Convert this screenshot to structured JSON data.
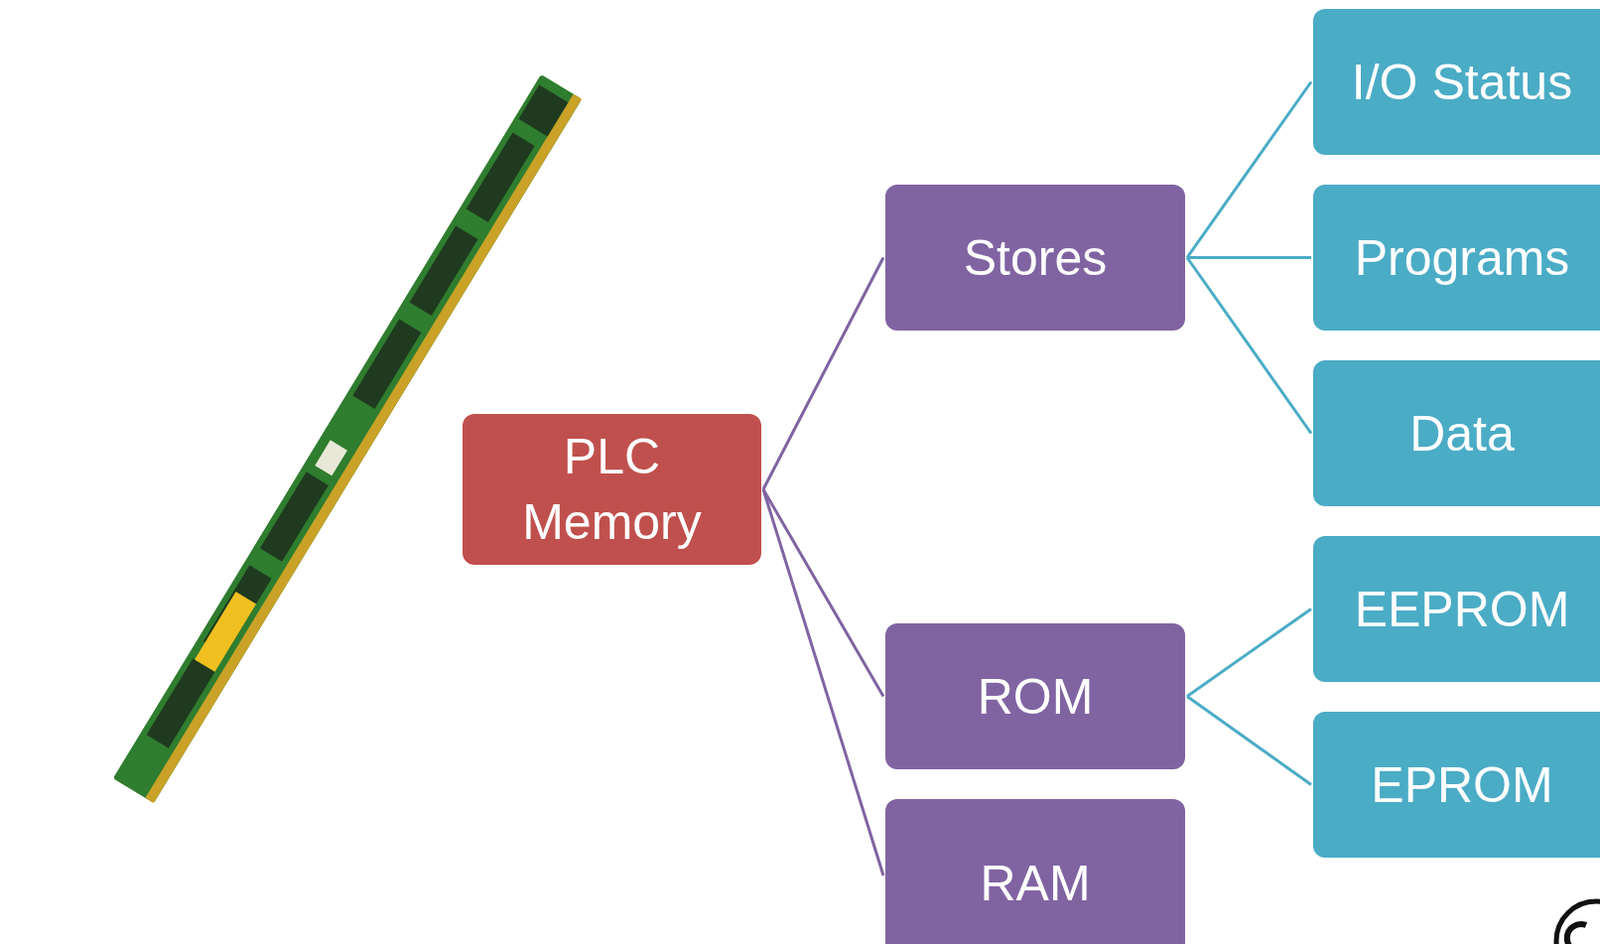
{
  "diagram": {
    "nodes": [
      {
        "text": [
          "PLC Memory"
        ]
      },
      {
        "text": [
          "Stores"
        ]
      },
      {
        "text": [
          "I/O Status"
        ]
      },
      {
        "text": [
          "Programs"
        ]
      },
      {
        "text": [
          "Data"
        ]
      },
      {
        "text": [
          "ROM"
        ]
      },
      {
        "text": [
          "EEPROM"
        ]
      },
      {
        "text": [
          "EPROM"
        ]
      },
      {
        "text": [
          "RAM"
        ]
      }
    ],
    "edges": [
      {
        "from": 0,
        "to": 1,
        "arrow": "none"
      },
      {
        "from": 0,
        "to": 5,
        "arrow": "none"
      },
      {
        "from": 0,
        "to": 8,
        "arrow": "none"
      },
      {
        "from": 1,
        "to": 2,
        "arrow": "none"
      },
      {
        "from": 1,
        "to": 3,
        "arrow": "none"
      },
      {
        "from": 1,
        "to": 4,
        "arrow": "none"
      },
      {
        "from": 5,
        "to": 6,
        "arrow": "none"
      },
      {
        "from": 5,
        "to": 7,
        "arrow": "none"
      }
    ]
  }
}
